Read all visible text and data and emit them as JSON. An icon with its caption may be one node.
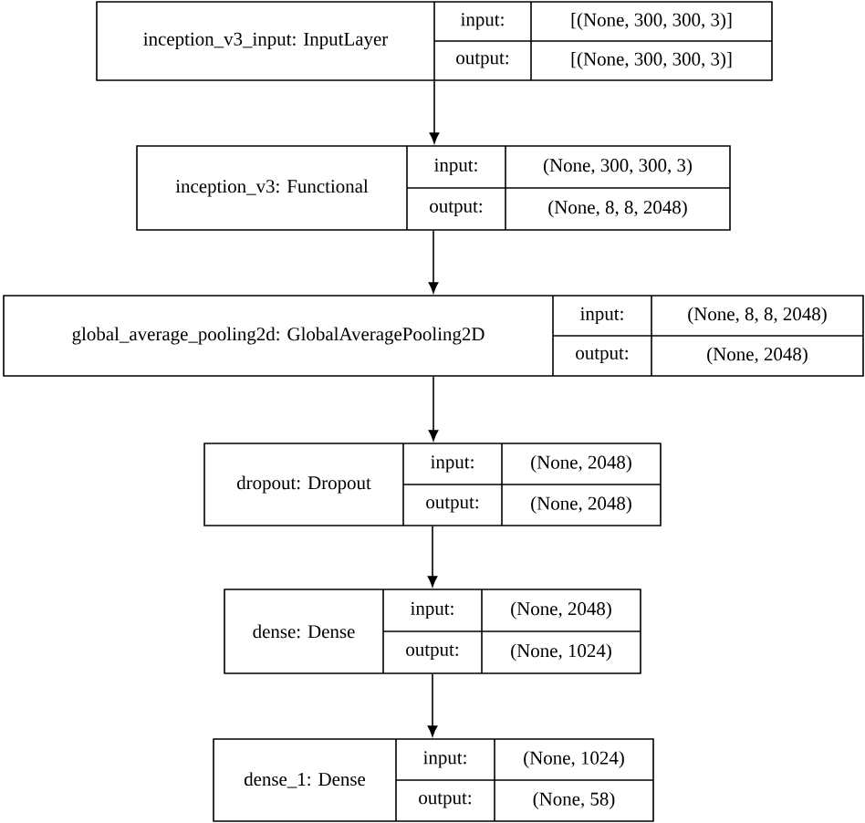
{
  "diagram": {
    "nodes": [
      {
        "text": [
          "inception_v3_input: InputLayer",
          "input:",
          "[(None, 300, 300, 3)]",
          "output:",
          "[(None, 300, 300, 3)]"
        ]
      },
      {
        "text": [
          "inception_v3: Functional",
          "input:",
          "(None, 300, 300, 3)",
          "output:",
          "(None, 8, 8, 2048)"
        ]
      },
      {
        "text": [
          "global_average_pooling2d: GlobalAveragePooling2D",
          "input:",
          "(None, 8, 8, 2048)",
          "output:",
          "(None, 2048)"
        ]
      },
      {
        "text": [
          "dropout: Dropout",
          "input:",
          "(None, 2048)",
          "output:",
          "(None, 2048)"
        ]
      },
      {
        "text": [
          "dense: Dense",
          "input:",
          "(None, 2048)",
          "output:",
          "(None, 1024)"
        ]
      },
      {
        "text": [
          "dense_1: Dense",
          "input:",
          "(None, 1024)",
          "output:",
          "(None, 58)"
        ]
      }
    ],
    "edges": [
      {
        "from": 0,
        "to": 1,
        "arrow": "to"
      },
      {
        "from": 1,
        "to": 2,
        "arrow": "to"
      },
      {
        "from": 2,
        "to": 3,
        "arrow": "to"
      },
      {
        "from": 3,
        "to": 4,
        "arrow": "to"
      },
      {
        "from": 4,
        "to": 5,
        "arrow": "to"
      }
    ]
  }
}
